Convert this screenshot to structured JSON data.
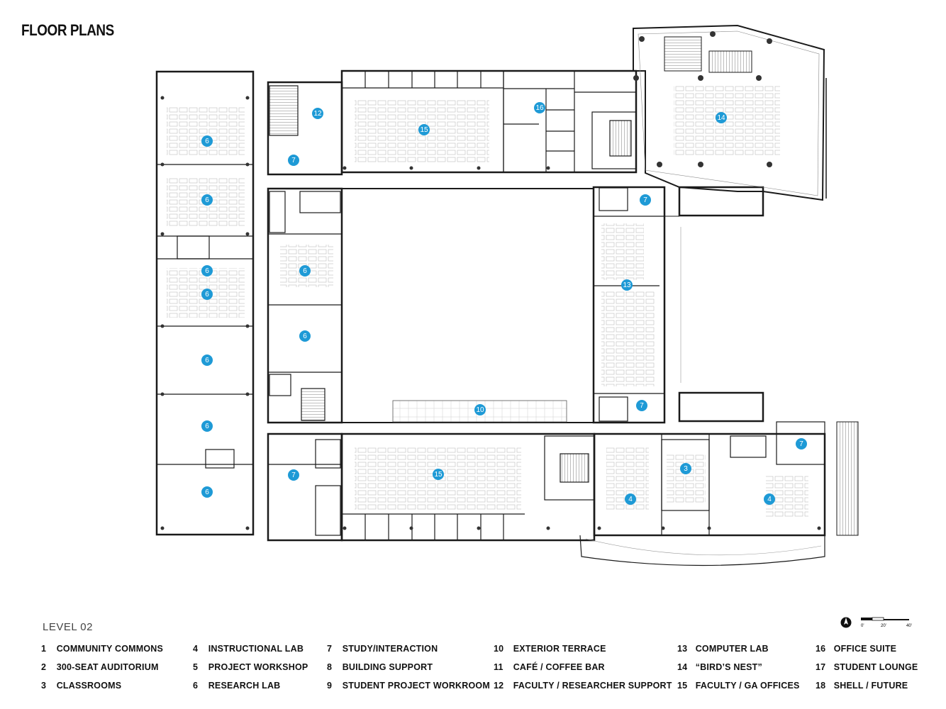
{
  "title": "FLOOR PLANS",
  "level_label": "LEVEL 02",
  "scale_labels": [
    "0'",
    "20'",
    "40'"
  ],
  "legend": [
    {
      "num": "1",
      "label": "COMMUNITY COMMONS"
    },
    {
      "num": "2",
      "label": "300-SEAT AUDITORIUM"
    },
    {
      "num": "3",
      "label": "CLASSROOMS"
    },
    {
      "num": "4",
      "label": "INSTRUCTIONAL LAB"
    },
    {
      "num": "5",
      "label": "PROJECT WORKSHOP"
    },
    {
      "num": "6",
      "label": "RESEARCH LAB"
    },
    {
      "num": "7",
      "label": "STUDY/INTERACTION"
    },
    {
      "num": "8",
      "label": "BUILDING SUPPORT"
    },
    {
      "num": "9",
      "label": "STUDENT PROJECT WORKROOM"
    },
    {
      "num": "10",
      "label": "EXTERIOR TERRACE"
    },
    {
      "num": "11",
      "label": "CAFÉ / COFFEE BAR"
    },
    {
      "num": "12",
      "label": "FACULTY / RESEARCHER SUPPORT"
    },
    {
      "num": "13",
      "label": "COMPUTER LAB"
    },
    {
      "num": "14",
      "label": "“BIRD’S NEST”"
    },
    {
      "num": "15",
      "label": "FACULTY / GA OFFICES"
    },
    {
      "num": "16",
      "label": "OFFICE SUITE"
    },
    {
      "num": "17",
      "label": "STUDENT LOUNGE"
    },
    {
      "num": "18",
      "label": "SHELL / FUTURE"
    }
  ],
  "room_tags": [
    "6",
    "6",
    "6",
    "6",
    "6",
    "6",
    "6",
    "12",
    "7",
    "15",
    "16",
    "14",
    "7",
    "6",
    "6",
    "13",
    "10",
    "7",
    "7",
    "7",
    "15",
    "3",
    "4",
    "4"
  ],
  "colors": {
    "marker": "#1e9ad6",
    "line": "#1a1a1a",
    "thin": "#9a9a9a"
  }
}
